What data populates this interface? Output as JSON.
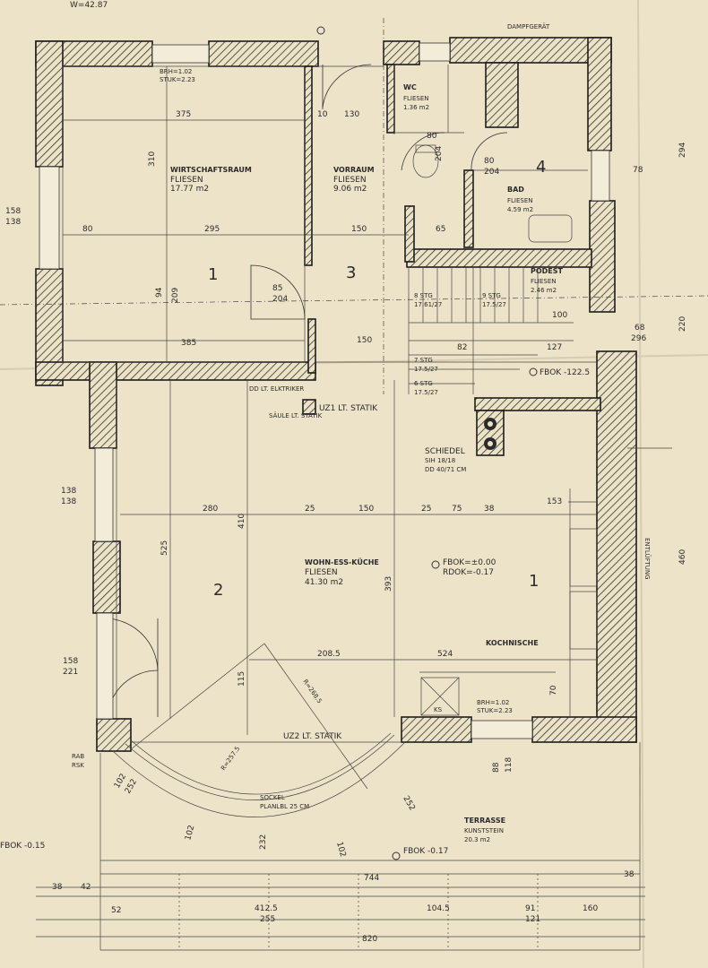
{
  "rooms": {
    "wirtschaftsraum": {
      "name": "WIRTSCHAFTSRAUM",
      "floor": "FLIESEN",
      "area": "17.77 m2",
      "num": "1"
    },
    "vorraum": {
      "name": "VORRAUM",
      "floor": "FLIESEN",
      "area": "9.06 m2",
      "num": "3"
    },
    "wc": {
      "name": "WC",
      "floor": "FLIESEN",
      "area": "1.36 m2"
    },
    "bad": {
      "name": "BAD",
      "floor": "FLIESEN",
      "area": "4.59 m2",
      "num": "4"
    },
    "podest": {
      "name": "PODEST",
      "floor": "FLIESEN",
      "area": "2.46 m2"
    },
    "wohn": {
      "name": "WOHN-ESS-KÜCHE",
      "floor": "FLIESEN",
      "area": "41.30 m2",
      "num_left": "2",
      "num_right": "1"
    },
    "kochnische": {
      "name": "KOCHNISCHE"
    },
    "terrasse": {
      "name": "TERRASSE",
      "floor": "KUNSTSTEIN",
      "area": "20.3 m2"
    }
  },
  "labels": {
    "dampfgeraet": "DAMPFGERÄT",
    "schiedel": "SCHIEDEL",
    "sih": "SIH 18/18",
    "dd": "DD 40/71 CM",
    "uz1": "UZ1 LT. STATIK",
    "uz2": "UZ2 LT. STATIK",
    "saeule": "SÄULE LT. STATIK",
    "elektriker": "DD LT. ELKTRIKER",
    "fbok_main": "FBOK=±0.00",
    "rdok_main": "RDOK=-0.17",
    "fbok_stair": "FBOK -122.5",
    "fbok_terr": "FBOK -0.17",
    "fbok_left": "FBOK -0.15",
    "stair_up1": "8 STG",
    "stair_up1b": "17.61/27",
    "stair_up2": "9 STG",
    "stair_up2b": "17.5/27",
    "stair_dn": "7 STG",
    "stair_dnb": "17.5/27",
    "stair_dnc": "6 STG",
    "stair_dnd": "17.5/27",
    "entlueftung": "ENTLÜFTUNG",
    "sockel": "SOCKEL",
    "sockel2": "PLANLBL 25 CM",
    "ks": "KS",
    "rab": "RAB",
    "rsk": "RSK",
    "brh1": "BRH=1.02",
    "stuk1": "STUK=2.23",
    "brh2": "BRH=1.02",
    "stuk2": "STUK=2.23",
    "radius1": "R=257.5",
    "radius2": "R=268.5"
  },
  "dimensions": {
    "top_left": "W=42.87",
    "d375": "375",
    "d310": "310",
    "d295": "295",
    "d209a": "209",
    "d94": "94",
    "d385": "385",
    "d85": "85",
    "d204a": "204",
    "d130": "130",
    "d10": "10",
    "d150a": "150",
    "d150b": "150",
    "d65": "65",
    "d80a": "80",
    "d204b": "204",
    "d80b": "80",
    "d204c": "204",
    "d100": "100",
    "d127": "127",
    "d82": "82",
    "d158": "158",
    "d138a": "138",
    "d138b": "138",
    "d138c": "138",
    "d78": "78",
    "d280": "280",
    "d25a": "25",
    "d150c": "150",
    "d25b": "25",
    "d75": "75",
    "d38a": "38",
    "d153": "153",
    "d525": "525",
    "d410": "410",
    "d393": "393",
    "d208": "208.5",
    "d524": "524",
    "d115": "115",
    "d158b": "158",
    "d221": "221",
    "d70": "70",
    "d88": "88",
    "d118": "118",
    "d102a": "102",
    "d252a": "252",
    "d102b": "102",
    "d232": "232",
    "d102c": "102",
    "d252b": "252",
    "d744": "744",
    "d412": "412.5",
    "d255": "255",
    "d104": "104.5",
    "d91": "91",
    "d121": "121",
    "d160": "160",
    "d52": "52",
    "d820": "820",
    "d38b": "38",
    "d42": "42",
    "d38c": "38",
    "d460": "460",
    "d220": "220",
    "d294": "294",
    "d68": "68",
    "d296": "296",
    "d80c": "80"
  }
}
